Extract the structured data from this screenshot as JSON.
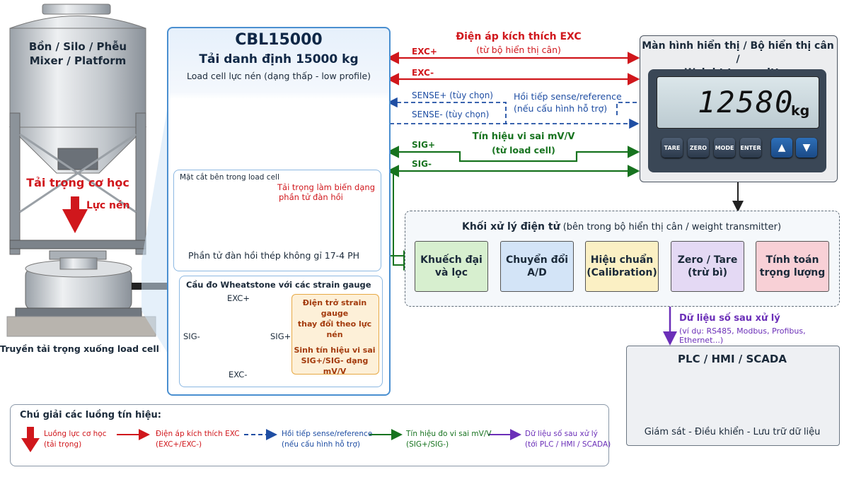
{
  "silo": {
    "title_line1": "Bồn / Silo / Phễu",
    "title_line2": "Mixer / Platform",
    "load_label": "Tải trọng cơ học",
    "compress_label": "Lực nén",
    "caption": "Truyền tải trọng xuống load cell"
  },
  "loadcell_panel": {
    "model": "CBL15000",
    "rated": "Tải danh định 15000 kg",
    "desc": "Load cell lực nén (dạng thấp - low profile)",
    "section_title": "Mặt cắt bên trong load cell",
    "section_note_line1": "Tải trọng làm biến dạng",
    "section_note_line2": "phần tử đàn hồi",
    "section_caption": "Phần tử đàn hồi thép không gỉ 17-4 PH",
    "bridge_title": "Cầu đo Wheatstone với các strain gauge",
    "bridge_top": "EXC+",
    "bridge_bottom": "EXC-",
    "bridge_left": "SIG-",
    "bridge_right": "SIG+",
    "note_line1": "Điện trở strain gauge",
    "note_line2": "thay đổi theo lực nén",
    "note_line3": "Sinh tín hiệu vi sai",
    "note_line4": "SIG+/SIG- dạng mV/V"
  },
  "signals": {
    "exc_title": "Điện áp kích thích EXC",
    "exc_sub": "(từ bộ hiển thị cân)",
    "exc_plus": "EXC+",
    "exc_minus": "EXC-",
    "sense_plus": "SENSE+ (tùy chọn)",
    "sense_minus": "SENSE- (tùy chọn)",
    "sense_title": "Hồi tiếp sense/reference",
    "sense_sub": "(nếu cấu hình hỗ trợ)",
    "sig_title": "Tín hiệu vi sai mV/V",
    "sig_sub": "(từ load cell)",
    "sig_plus": "SIG+",
    "sig_minus": "SIG-"
  },
  "display": {
    "title_line1": "Màn hình hiển thị / Bộ hiển thị cân /",
    "title_line2": "Weight transmitter",
    "reading": "12580",
    "unit": "kg",
    "buttons": [
      "TARE",
      "ZERO",
      "MODE",
      "ENTER"
    ]
  },
  "processing": {
    "title": "Khối xử lý điện tử",
    "title_sub": " (bên trong bộ hiển thị cân / weight transmitter)",
    "blocks": [
      {
        "label": "Khuếch đại\nvà lọc",
        "color": "#d7efcf"
      },
      {
        "label": "Chuyển đổi\nA/D",
        "color": "#d3e4f7"
      },
      {
        "label": "Hiệu chuẩn\n(Calibration)",
        "color": "#fbf0c4"
      },
      {
        "label": "Zero / Tare\n(trừ bì)",
        "color": "#e4d9f4"
      },
      {
        "label": "Tính toán\ntrọng lượng",
        "color": "#f8d0d6"
      }
    ]
  },
  "output": {
    "title": "Dữ liệu số sau xử lý",
    "sub": "(ví dụ: RS485, Modbus, Profibus, Ethernet...)",
    "plc_title": "PLC / HMI / SCADA",
    "plc_caption": "Giám sát - Điều khiển - Lưu trữ dữ liệu"
  },
  "legend": {
    "title": "Chú giải các luồng tín hiệu:",
    "items": [
      {
        "line1": "Luồng lực cơ học",
        "line2": "(tải trọng)"
      },
      {
        "line1": "Điện áp kích thích EXC",
        "line2": "(EXC+/EXC-)"
      },
      {
        "line1": "Hồi tiếp sense/reference",
        "line2": "(nếu cấu hình hỗ trợ)"
      },
      {
        "line1": "Tín hiệu đo vi sai mV/V",
        "line2": "(SIG+/SIG-)"
      },
      {
        "line1": "Dữ liệu số sau xử lý",
        "line2": "(tới PLC / HMI / SCADA)"
      }
    ]
  },
  "colors": {
    "exc": "#d0171c",
    "sense": "#1f4ea3",
    "sig": "#17731f",
    "data": "#6b2fb8",
    "panel_border": "#4a8fd0"
  }
}
